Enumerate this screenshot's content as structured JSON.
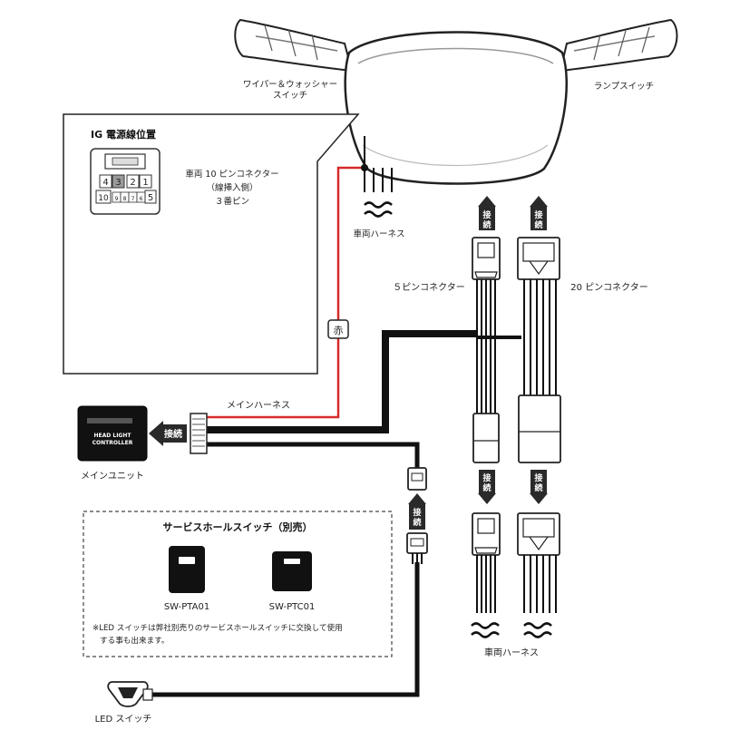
{
  "labels": {
    "wiper_switch_1": "ワイパー＆ウォッシャー",
    "wiper_switch_2": "スイッチ",
    "lamp_switch": "ランプスイッチ",
    "ig_title": "IG 電源線位置",
    "connector_desc_1": "車両 10 ピンコネクター",
    "connector_desc_2": "（線挿入側）",
    "connector_desc_3": "３番ピン",
    "vehicle_harness_top": "車両ハーネス",
    "five_pin": "５ピンコネクター",
    "twenty_pin": "20 ピンコネクター",
    "red_wire": "赤",
    "main_harness": "メインハーネス",
    "main_unit": "メインユニット",
    "unit_face_1": "HEAD LIGHT",
    "unit_face_2": "CONTROLLER",
    "connect": "接続",
    "connect_v1": "接",
    "connect_v2": "続",
    "service_title": "サービスホールスイッチ（別売）",
    "sw_a": "SW-PTA01",
    "sw_c": "SW-PTC01",
    "note_1": "※LED スイッチは弊社別売りのサービスホールスイッチに交換して使用",
    "note_2": "する事も出来ます。",
    "vehicle_harness_bottom": "車両ハーネス",
    "led_switch": "LED スイッチ"
  },
  "pin_numbers": {
    "top_row": [
      "4",
      "3",
      "2",
      "1"
    ],
    "bottom_left": "10",
    "bottom_mid": [
      "9",
      "8",
      "7",
      "6"
    ],
    "bottom_right": "5",
    "highlighted": "3"
  },
  "colors": {
    "wire_red": "#d62a2a",
    "wire_black": "#111111",
    "arrow_dark": "#2a2a2a",
    "pin_highlight": "#9a9a9a"
  }
}
